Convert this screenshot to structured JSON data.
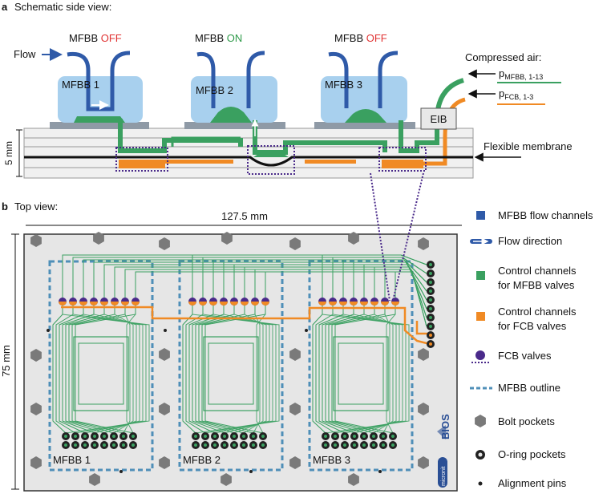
{
  "panel_a": {
    "letter": "a",
    "title": "Schematic side view:",
    "mfbb_word": "MFBB",
    "states": [
      {
        "state": "OFF",
        "color": "#e03232"
      },
      {
        "state": "ON",
        "color": "#2f9a4a"
      },
      {
        "state": "OFF",
        "color": "#e03232"
      }
    ],
    "flow_label": "Flow",
    "blocks": [
      "MFBB 1",
      "MFBB 2",
      "MFBB 3"
    ],
    "compressed_air": "Compressed air:",
    "p_symbol": "p",
    "p_mfbb_sub": "MFBB, 1-13",
    "p_fcb_sub": "FCB, 1-3",
    "eib": "EIB",
    "thickness": "5 mm",
    "membrane_label": "Flexible membrane"
  },
  "panel_b": {
    "letter": "b",
    "title": "Top view:",
    "width_dim": "127.5 mm",
    "height_dim": "75 mm",
    "mfbb_labels": [
      "MFBB 1",
      "MFBB 2",
      "MFBB 3"
    ],
    "logo_text": "BIOS",
    "logo_sub": "micronit"
  },
  "legend": [
    {
      "key": "flow-channels",
      "label": "MFBB flow channels"
    },
    {
      "key": "flow-direction",
      "label": "Flow direction"
    },
    {
      "key": "control-mfbb",
      "label": "Control channels\nfor MFBB valves"
    },
    {
      "key": "control-fcb",
      "label": "Control channels\nfor FCB valves"
    },
    {
      "key": "fcb-valves",
      "label": "FCB valves"
    },
    {
      "key": "mfbb-outline",
      "label": "MFBB outline"
    },
    {
      "key": "bolt-pockets",
      "label": "Bolt pockets"
    },
    {
      "key": "oring-pockets",
      "label": "O-ring pockets"
    },
    {
      "key": "alignment-pins",
      "label": "Alignment pins"
    }
  ],
  "colors": {
    "flow_blue": "#2f5aa8",
    "block_blue": "#a8d0ee",
    "control_green": "#3aa060",
    "fcb_orange": "#f08a24",
    "fcb_valve_purple": "#4a2a8a",
    "outline_dash": "#4f8fb8",
    "chip_gray": "#e6e6e6",
    "bolt_gray": "#7a7a7a",
    "logo_blue": "#2a4f95"
  }
}
